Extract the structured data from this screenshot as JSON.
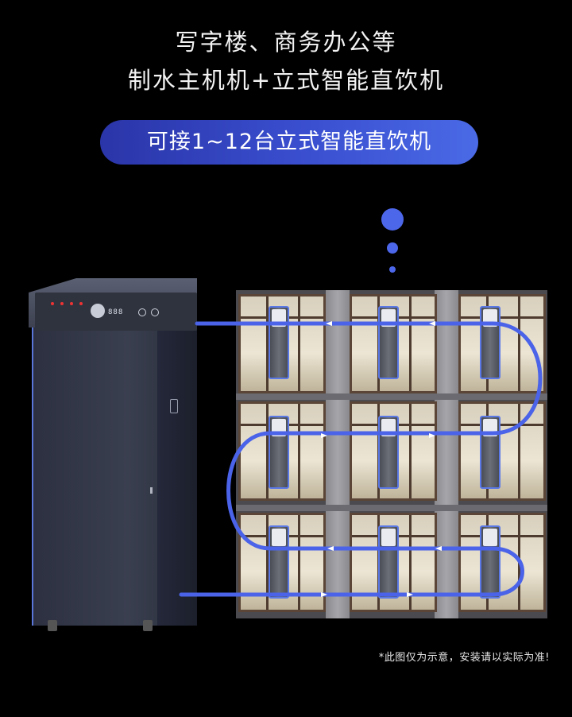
{
  "header": {
    "line1": "写字楼、商务办公等",
    "line2": "制水主机机+立式智能直饮机"
  },
  "banner": {
    "text": "可接1~12台立式智能直饮机"
  },
  "machine": {
    "display": "888"
  },
  "footnote": "*此图仅为示意，安装请以实际为准!",
  "colors": {
    "background": "#000000",
    "accent": "#4d67ea",
    "pill_start": "#2a35a8",
    "pill_end": "#4a6ae6",
    "pipe": "#4a63e8"
  }
}
